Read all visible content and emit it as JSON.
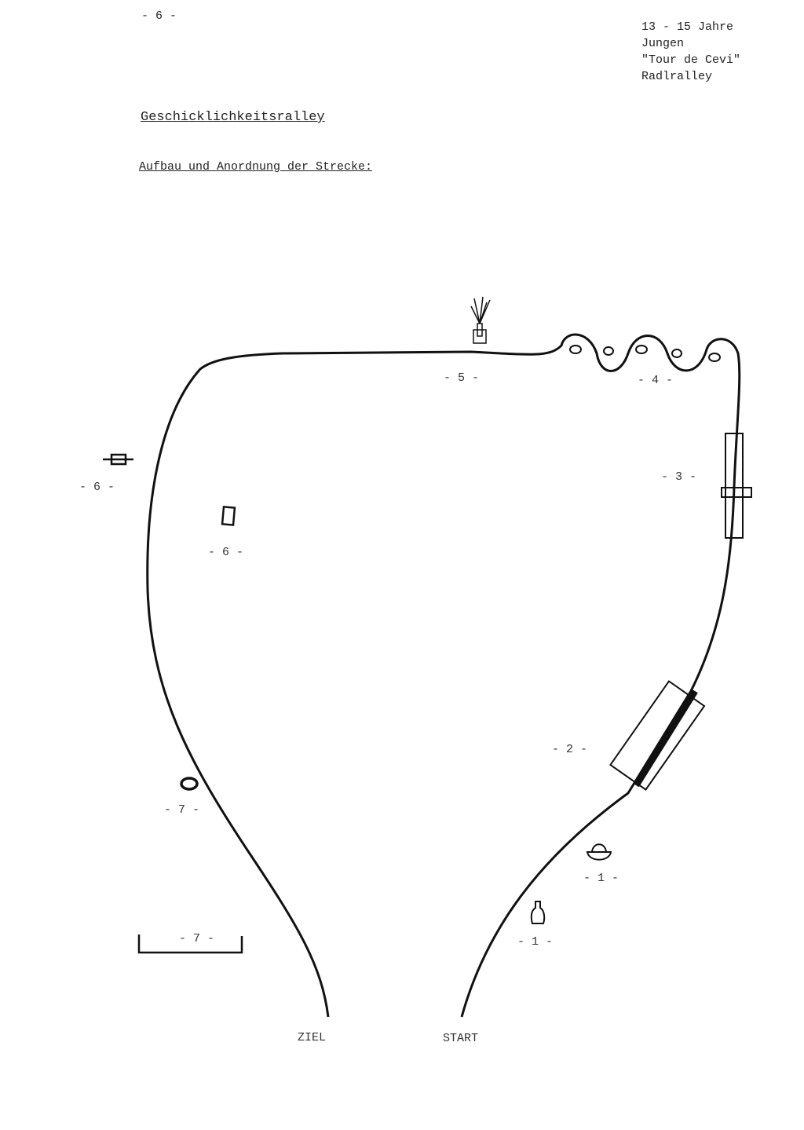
{
  "page_number": "- 6 -",
  "header": [
    "13 - 15 Jahre",
    "Jungen",
    "\"Tour de Cevi\"",
    "Radlralley"
  ],
  "title": "Geschicklichkeitsralley",
  "subtitle": "Aufbau und Anordnung der Strecke:",
  "diagram": {
    "labels": {
      "s1a": "- 1 -",
      "s1b": "- 1 -",
      "s2": "- 2 -",
      "s3": "- 3 -",
      "s4": "- 4 -",
      "s5": "- 5 -",
      "s6a": "- 6 -",
      "s6b": "- 6 -",
      "s7a": "- 7 -",
      "s7b": "- 7 -",
      "ziel": "ZIEL",
      "start": "START"
    }
  }
}
